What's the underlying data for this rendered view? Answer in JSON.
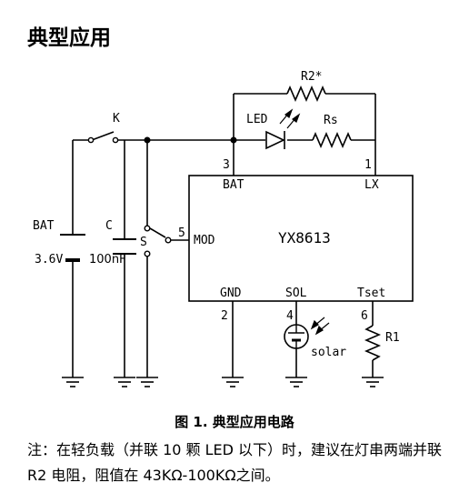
{
  "page": {
    "title": "典型应用"
  },
  "schematic": {
    "chip_name": "YX8613",
    "pins": {
      "bat": {
        "number": "3",
        "label": "BAT"
      },
      "lx": {
        "number": "1",
        "label": "LX"
      },
      "mod": {
        "number": "5",
        "label": "MOD"
      },
      "gnd": {
        "number": "2",
        "label": "GND"
      },
      "sol": {
        "number": "4",
        "label": "SOL"
      },
      "tset": {
        "number": "6",
        "label": "Tset"
      }
    },
    "components": {
      "switch_k": "K",
      "battery_label": "BAT",
      "battery_value": "3.6V",
      "capacitor_label": "C",
      "capacitor_value": "100nF",
      "switch_s": "S",
      "led": "LED",
      "rs": "Rs",
      "r2": "R2*",
      "r1": "R1",
      "solar": "solar"
    }
  },
  "caption": "图 1. 典型应用电路",
  "note": "注：在轻负载（并联 10 颗 LED 以下）时，建议在灯串两端并联 R2 电阻，阻值在 43KΩ-100KΩ之间。"
}
